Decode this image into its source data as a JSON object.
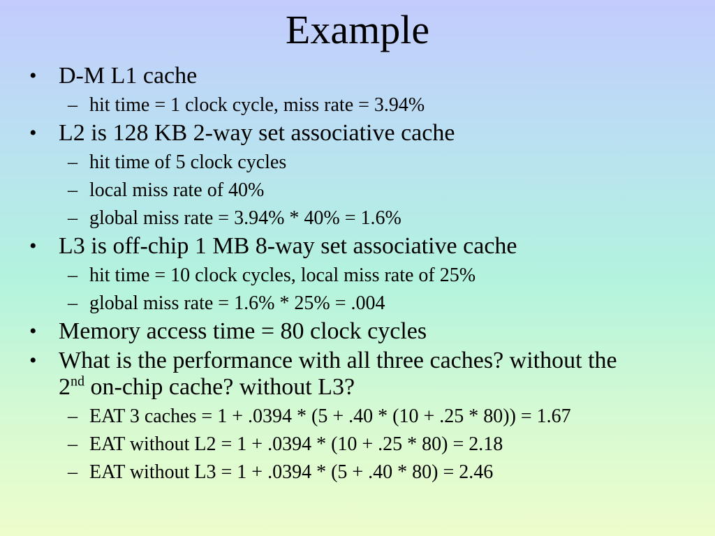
{
  "title": "Example",
  "bullets": [
    {
      "text": "D-M L1 cache",
      "sub": [
        "hit time = 1 clock cycle, miss rate = 3.94%"
      ]
    },
    {
      "text": "L2 is 128 KB 2-way set associative cache",
      "sub": [
        "hit time of 5 clock cycles",
        "local miss rate of 40%",
        "global miss rate = 3.94% * 40% = 1.6%"
      ]
    },
    {
      "text": "L3 is off-chip 1 MB 8-way set associative cache",
      "sub": [
        "hit time = 10 clock cycles, local miss rate of 25%",
        "global miss rate = 1.6% * 25% = .004"
      ]
    },
    {
      "text": "Memory access time = 80 clock cycles",
      "sub": []
    },
    {
      "text_line1": "What is the performance with all three caches? without the",
      "text_line2_pre": "2",
      "text_line2_sup": "nd",
      "text_line2_post": " on-chip cache?  without L3?",
      "sub": [
        "EAT 3 caches = 1 + .0394 * (5 + .40 * (10 + .25 * 80)) = 1.67",
        "EAT without L2 = 1 + .0394 * (10 + .25 * 80) = 2.18",
        "EAT without L3 = 1 + .0394 * (5 + .40 * 80) = 2.46"
      ]
    }
  ],
  "bullet_glyph": "•",
  "dash_glyph": "–"
}
